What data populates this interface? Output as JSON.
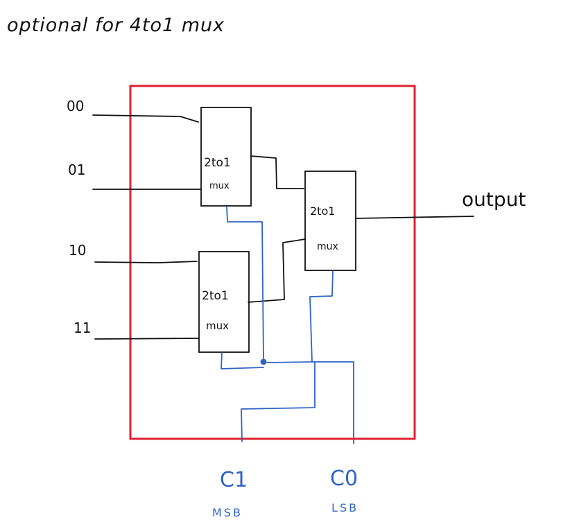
{
  "title": "optional for 4to1 mux",
  "inputs": [
    "00",
    "01",
    "10",
    "11"
  ],
  "mux_label_top": "2to1",
  "mux_label_bottom": "mux",
  "output_label": "output",
  "selects": [
    {
      "name": "C1",
      "note": "MSB"
    },
    {
      "name": "C0",
      "note": "LSB"
    }
  ],
  "colors": {
    "boundary": "#e02030",
    "wire": "#111111",
    "select_wire": "#2e63c6"
  }
}
